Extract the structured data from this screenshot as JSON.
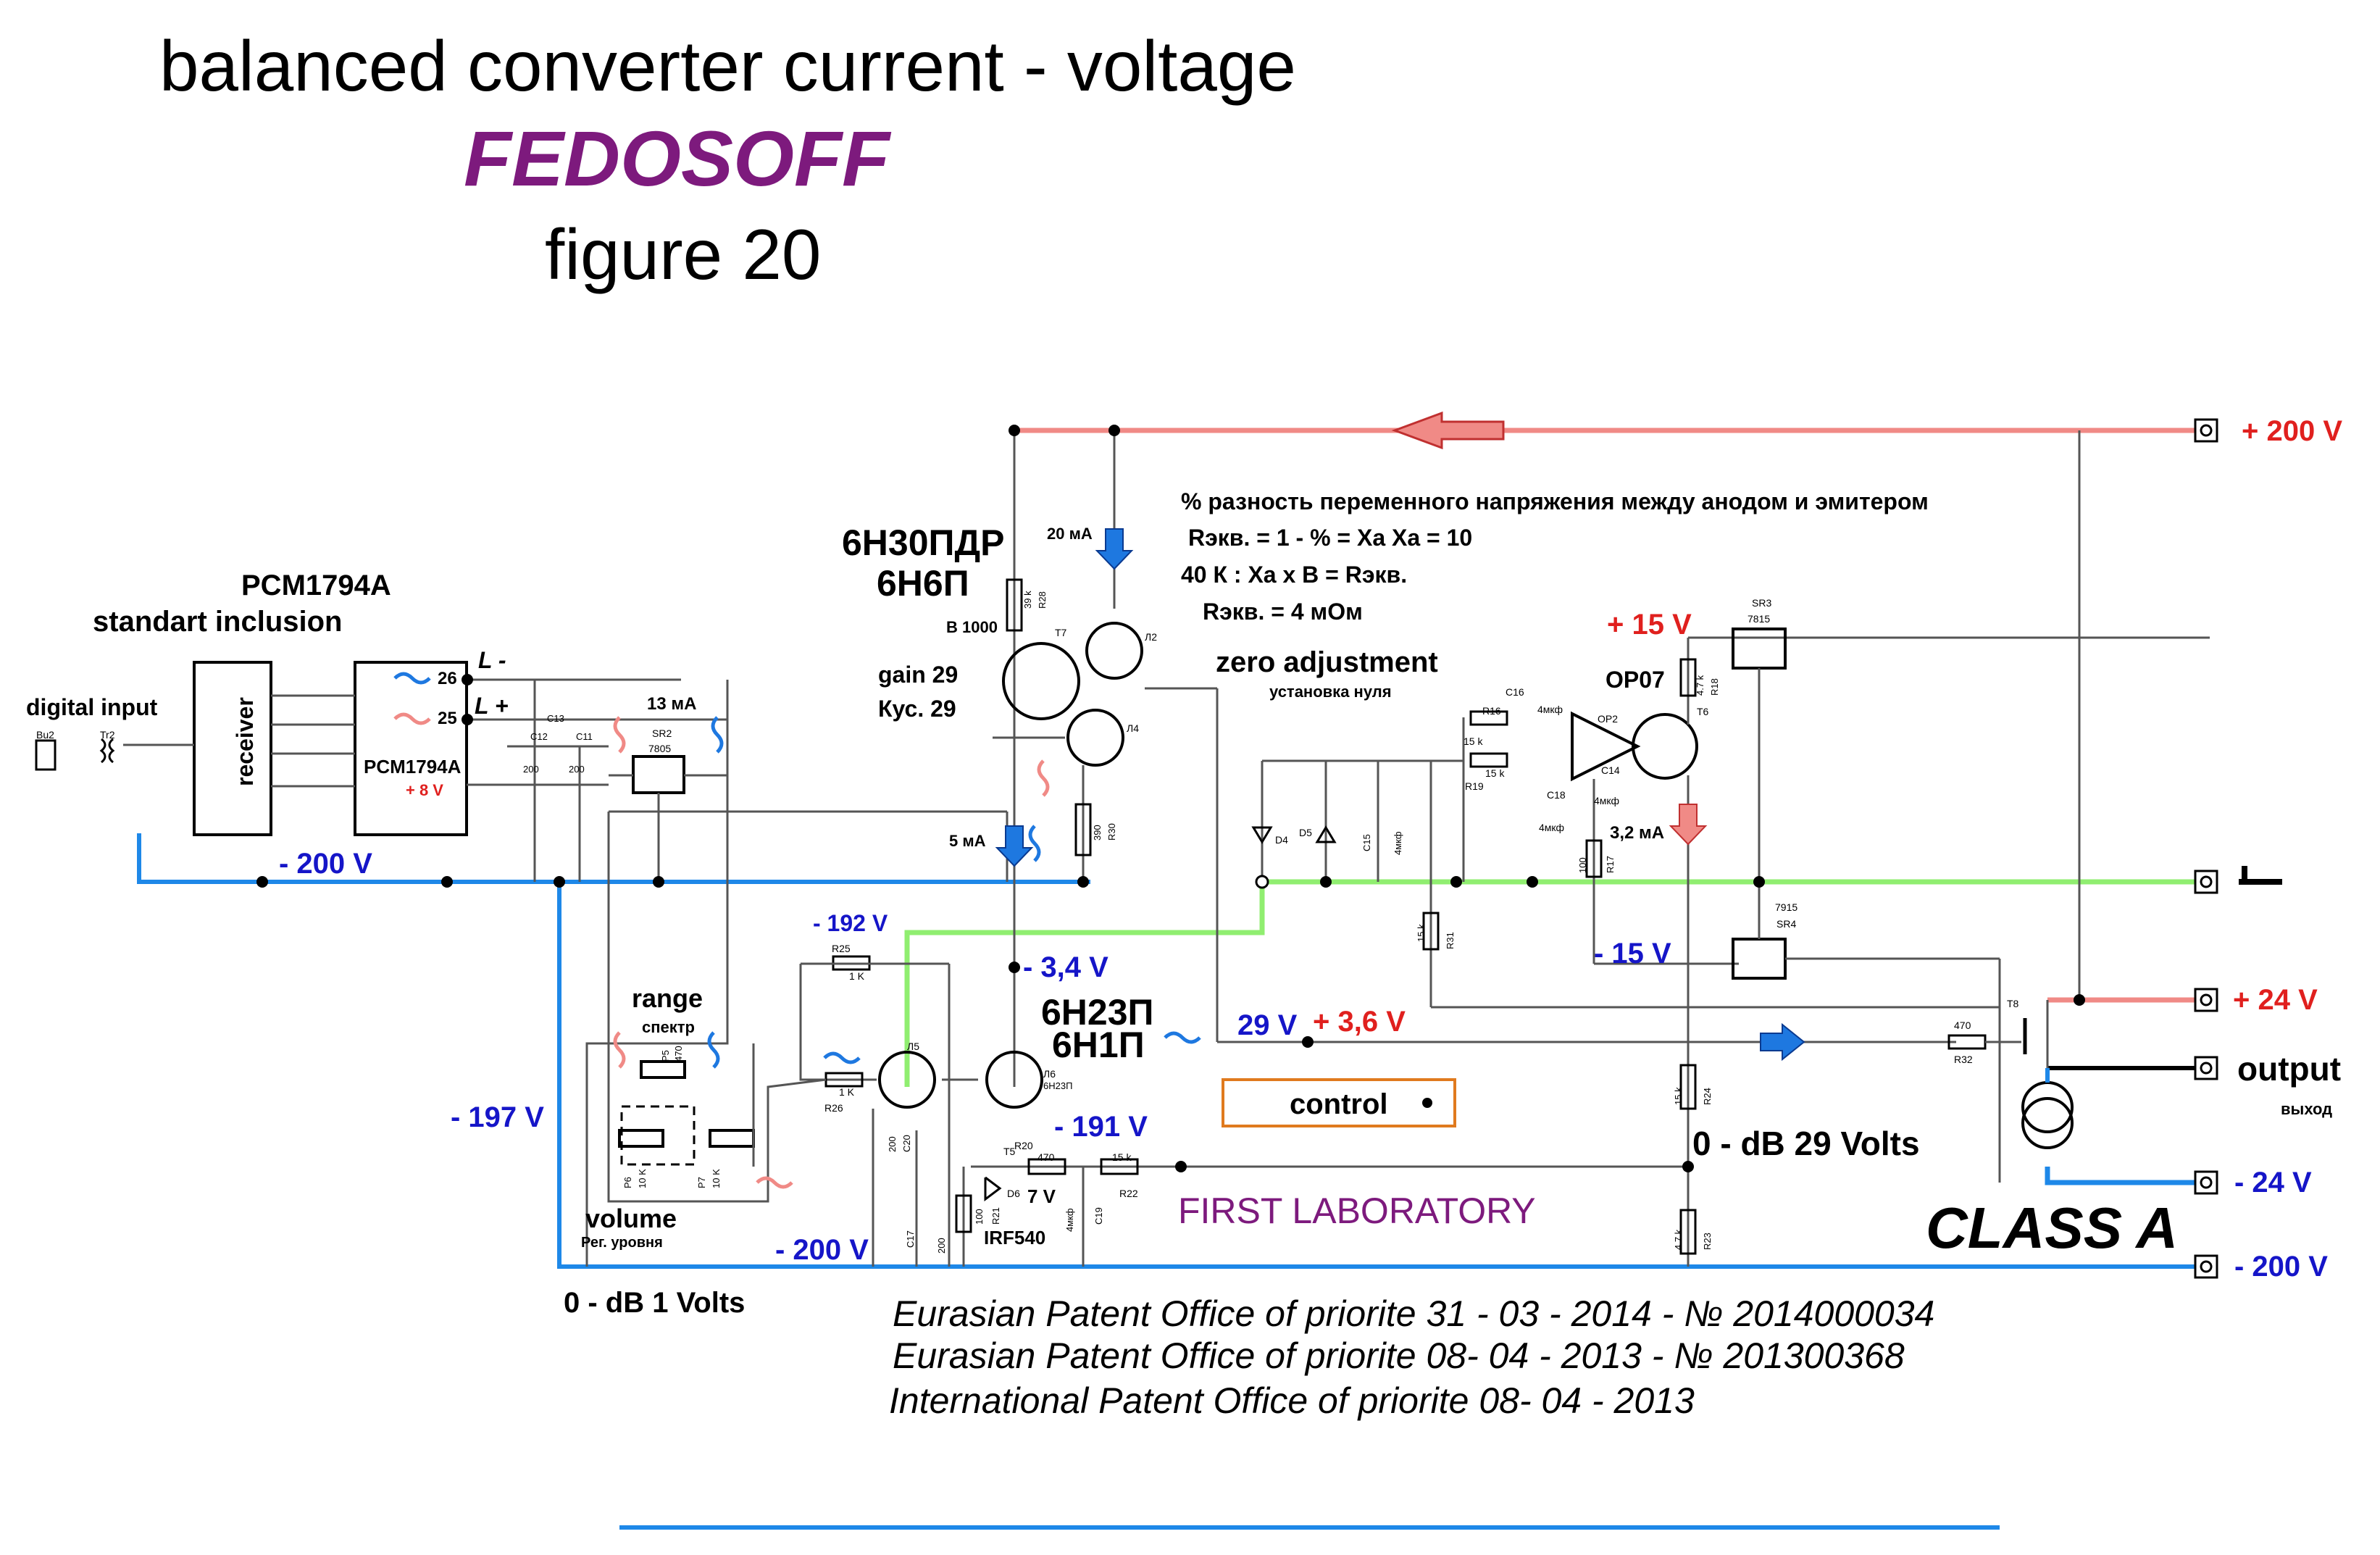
{
  "header": {
    "title": "balanced converter current - voltage",
    "author": "FEDOSOFF",
    "figure": "figure 20"
  },
  "blocks": {
    "pcm_title": "PCM1794A",
    "pcm_subtitle": "standart inclusion",
    "digital_input": "digital input",
    "receiver": "receiver",
    "pcm_chip": "PCM1794A",
    "pcm_supply": "+ 8 V",
    "pin26": "26",
    "pin25": "25",
    "out_l_minus": "L -",
    "out_l_plus": "L +",
    "bu2": "Bu2",
    "tr2": "Tr2",
    "reg_current": "13 мА",
    "sr2": "SR2",
    "sr2_type": "7805"
  },
  "tubes": {
    "upper_name1": "6Н30ПДР",
    "upper_name2": "6Н6П",
    "b_label": "В 1000",
    "gain": "gain 29",
    "kus": "Кус. 29",
    "t7": "T7",
    "l2": "Л2",
    "l4": "Л4",
    "r28": "R28",
    "r28v": "39 k",
    "r30": "R30",
    "r30v": "390",
    "cur_top": "20 мА",
    "cur_mid": "5 мА",
    "lower_name1": "6Н23П",
    "lower_name2": "6Н1П",
    "l5": "Л5",
    "l6": "Л6",
    "l6_type": "6Н23П",
    "v_node": "- 3,4 V",
    "v_192": "- 192 V",
    "v_191": "- 191 V",
    "v_197": "- 197 V",
    "v_29": "29 V",
    "v_36": "+ 3,6 V",
    "t5": "T5",
    "d6": "D6",
    "irf": "IRF540",
    "v7": "7 V",
    "r20": "R20",
    "r20v": "470",
    "r21": "R21",
    "r21v": "100",
    "r22": "R22",
    "r22v": "15 k",
    "c19": "C19",
    "c19v": "4мкф",
    "r25": "R25",
    "r25v": "1 K",
    "r26": "R26",
    "r26v": "1 K",
    "c17": "C17",
    "c17v": "200",
    "c20": "C20",
    "c20v": "200"
  },
  "controls": {
    "range": "range",
    "range_ru": "спектр",
    "volume": "volume",
    "volume_ru": "Рег. уровня",
    "p5": "P5",
    "p5v": "470",
    "p6": "P6",
    "p6v": "10 K",
    "p7": "P7",
    "p7v": "10 K",
    "level_note": "0 - dB 1 Volts",
    "c13": "C13",
    "c12": "C12",
    "c11": "C11",
    "cap200": "200"
  },
  "notes": {
    "line1": "% разность переменного напряжения между анодом и эмитером",
    "line2": "Rэкв. = 1 - % = Xa     Xa = 10",
    "line3": "40 К : Xa  x B = Rэкв.",
    "line4": "Rэкв. = 4 мОм"
  },
  "zero": {
    "title": "zero adjustment",
    "subtitle": "установка нуля",
    "op_label": "OP07",
    "op2": "OP2",
    "t6": "T6",
    "v15p": "+ 15 V",
    "v15n": "- 15 V",
    "sr3": "SR3",
    "sr3_type": "7815",
    "sr4": "SR4",
    "sr4_type": "7915",
    "r16": "R16",
    "r16v": "15 k",
    "r19": "R19",
    "r19v": "15 k",
    "c16": "C16",
    "c16v": "4мкф",
    "c18": "C18",
    "c18v": "4мкф",
    "c14": "C14",
    "c14v": "4мкф",
    "c15": "C15",
    "c15v": "4мкф",
    "d4": "D4",
    "d5": "D5",
    "r17": "R17",
    "r17v": "100",
    "r18": "R18",
    "r18v": "4.7 k",
    "r31": "R31",
    "r31v": "15 k",
    "r24": "R24",
    "r24v": "15 k",
    "r23": "R23",
    "r23v": "4.7 k",
    "cur_32": "3,2 мА"
  },
  "output": {
    "v200p": "+ 200 V",
    "v24p": "+ 24 V",
    "out": "output",
    "out_ru": "выход",
    "v24n": "- 24 V",
    "v200n": "- 200 V",
    "v200n_left": "- 200 V",
    "v200n_bottom": "- 200 V",
    "t8": "T8",
    "r32": "R32",
    "r32v": "470",
    "level": "0 - dB 29 Volts",
    "control": "control",
    "class": "CLASS A",
    "lab": "FIRST LABORATORY"
  },
  "patents": {
    "p1": "Eurasian Patent Office of priorite 31 - 03 - 2014 - № 2014000034",
    "p2": "Eurasian Patent Office of priorite 08- 04 - 2013 - № 201300368",
    "p3": "International Patent Office of priorite  08- 04 - 2013"
  },
  "colors": {
    "pos_rail": "#f08a86",
    "ground_rail": "#90ee70",
    "neg_rail": "#1e88e8",
    "wire": "#555555",
    "arrow_blue": "#1e78e0",
    "accent_purple": "#7d1a7d",
    "box_orange": "#e07a1e"
  }
}
